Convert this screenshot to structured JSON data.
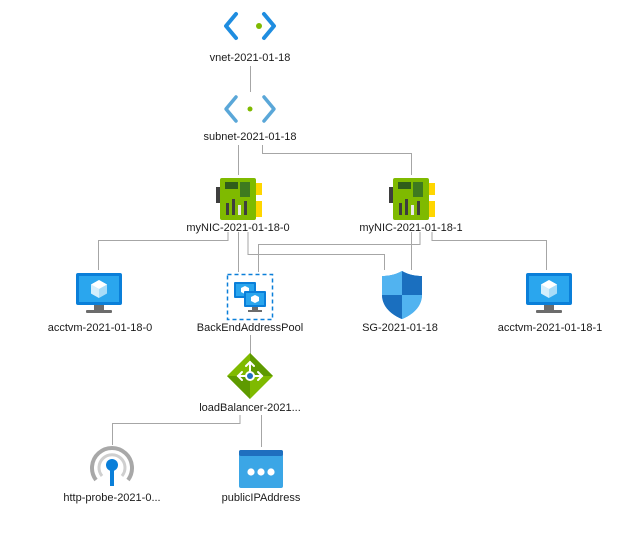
{
  "diagram": {
    "nodes": {
      "vnet": {
        "label": "vnet-2021-01-18",
        "icon": "virtual-network-icon"
      },
      "subnet": {
        "label": "subnet-2021-01-18",
        "icon": "subnet-icon"
      },
      "nic0": {
        "label": "myNIC-2021-01-18-0",
        "icon": "network-interface-icon"
      },
      "nic1": {
        "label": "myNIC-2021-01-18-1",
        "icon": "network-interface-icon"
      },
      "vm0": {
        "label": "acctvm-2021-01-18-0",
        "icon": "virtual-machine-icon"
      },
      "pool": {
        "label": "BackEndAddressPool",
        "icon": "backend-pool-icon"
      },
      "nsg": {
        "label": "SG-2021-01-18",
        "icon": "network-security-group-icon"
      },
      "vm1": {
        "label": "acctvm-2021-01-18-1",
        "icon": "virtual-machine-icon"
      },
      "lb": {
        "label": "loadBalancer-2021...",
        "icon": "load-balancer-icon"
      },
      "probe": {
        "label": "http-probe-2021-0...",
        "icon": "health-probe-icon"
      },
      "pip": {
        "label": "publicIPAddress",
        "icon": "public-ip-icon"
      }
    },
    "colors": {
      "connector": "#a6a6a6",
      "vnet_blue": "#1f8de0",
      "vnet_dot": "#7fba00",
      "nic_green": "#7fba00",
      "nic_dark": "#3e3e3e",
      "nic_gold": "#ffd600",
      "vm_blue": "#0a7fd9",
      "vm_screen": "#2aa6ee",
      "shield_blue": "#1f8de0",
      "lb_green": "#7fba00",
      "pip_blue": "#3ba6e6",
      "probe_gray": "#a8a8a8"
    }
  }
}
